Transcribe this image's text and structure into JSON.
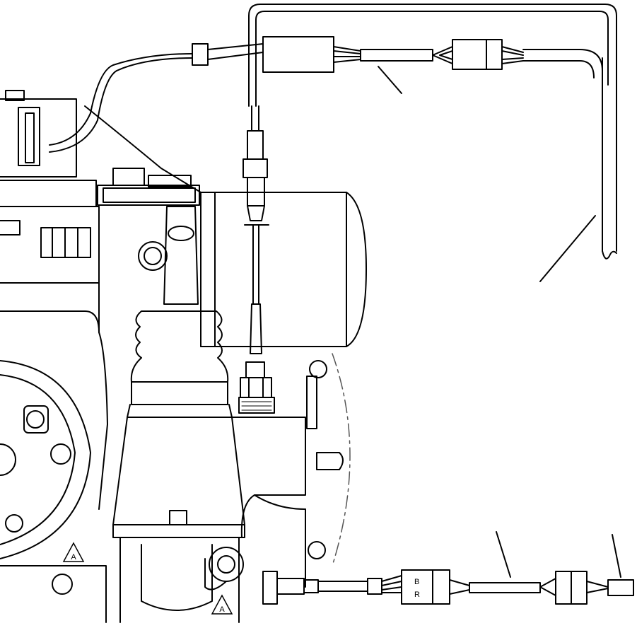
{
  "figure": {
    "connector_letters": [
      "B",
      "R"
    ],
    "warning_symbol": "A"
  },
  "colors": {
    "line": "#000000",
    "paper": "#ffffff",
    "dash": "#555555"
  },
  "icons": {
    "warning": "warning-triangle-icon"
  }
}
